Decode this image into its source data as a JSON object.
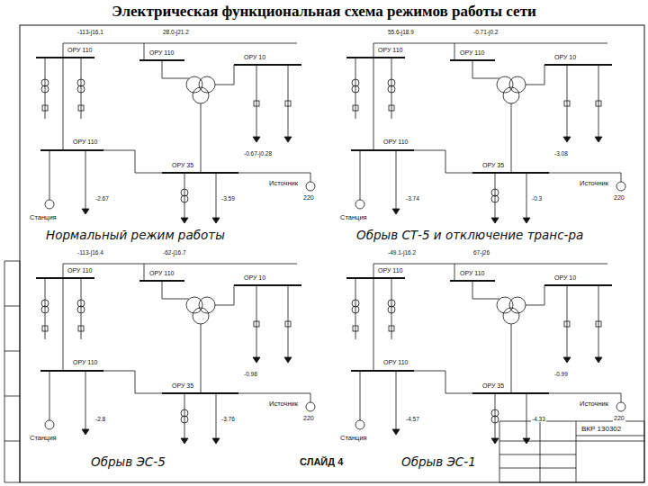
{
  "diagram": {
    "title": "Электрическая функциональная схема режимов работы сети",
    "labels": [
      "ОРУ 110",
      "ОРУ 110",
      "ОРУ 10",
      "ОРУ 110",
      "ОРУ 35",
      "Станция",
      "Источник",
      "220",
      "-113-j16.1",
      "28.0-j21.2",
      "-0.67-j0.28",
      "-2.67",
      "-3.59",
      "Нормальный режим работы",
      "ОРУ 110",
      "ОРУ 110",
      "ОРУ 10",
      "ОРУ 110",
      "ОРУ 35",
      "Станция",
      "Источник",
      "220",
      "55.6-j18.9",
      "-0.71-j0.2",
      "-3.08",
      "-3.74",
      "-0.3",
      "Обрыв СТ-5 и отключение транс-ра",
      "ОРУ 110",
      "ОРУ 110",
      "ОРУ 10",
      "ОРУ 110",
      "ОРУ 35",
      "Станция",
      "Источник",
      "220",
      "-113-j16.4",
      "-62-j16.7",
      "-0.98",
      "-2.8",
      "-3.76",
      "Обрыв ЭС-5",
      "ОРУ 110",
      "ОРУ 110",
      "ОРУ 10",
      "ОРУ 110",
      "ОРУ 35",
      "Станция",
      "Источник",
      "220",
      "-49.1-j16.2",
      "67-j26",
      "-0.99",
      "-4.57",
      "-4.33",
      "Обрыв ЭС-1",
      "СЛАЙД 4",
      "ВКР 130302"
    ]
  }
}
